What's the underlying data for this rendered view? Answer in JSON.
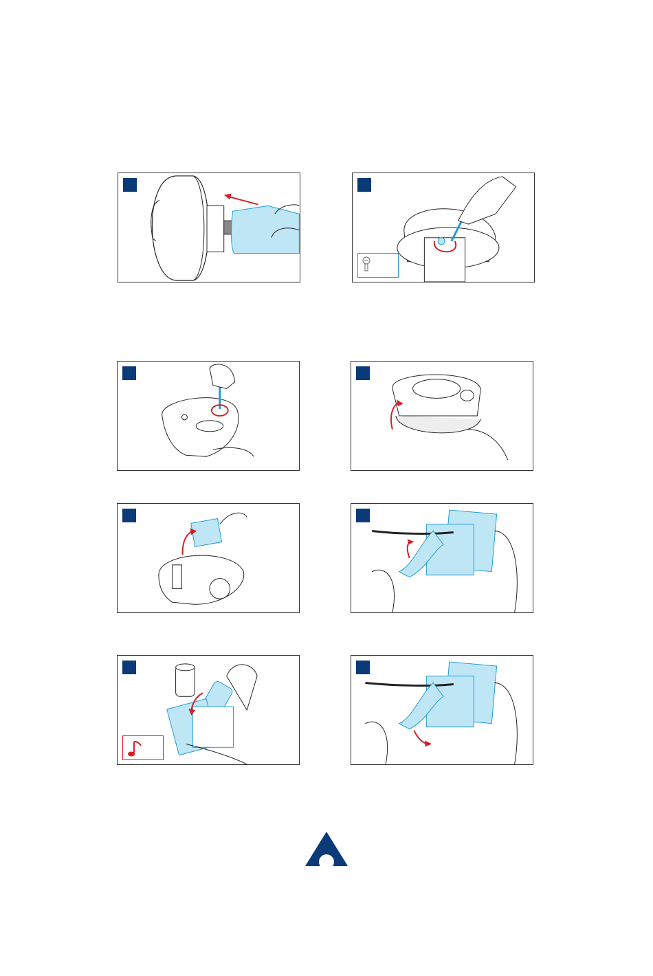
{
  "colors": {
    "badge": "#0b3a78",
    "accent_arrow": "#d32027",
    "tint": "#bfe6f5",
    "tint_stroke": "#1e9ad6",
    "inset_blue": "#1e9ad6",
    "inset_red": "#d32027"
  },
  "steps": [
    {
      "number": "",
      "icon": "slide-off-cover"
    },
    {
      "number": "",
      "icon": "unscrew-bottom",
      "inset": "screw-icon"
    },
    {
      "number": "",
      "icon": "unscrew-top"
    },
    {
      "number": "",
      "icon": "lift-housing"
    },
    {
      "number": "",
      "icon": "remove-battery-pack"
    },
    {
      "number": "",
      "icon": "pull-tab-out"
    },
    {
      "number": "",
      "icon": "insert-batteries",
      "inset": "music-note-icon"
    },
    {
      "number": "",
      "icon": "pull-tab-back"
    }
  ],
  "logo": {
    "icon": "brand-triangle-logo"
  }
}
